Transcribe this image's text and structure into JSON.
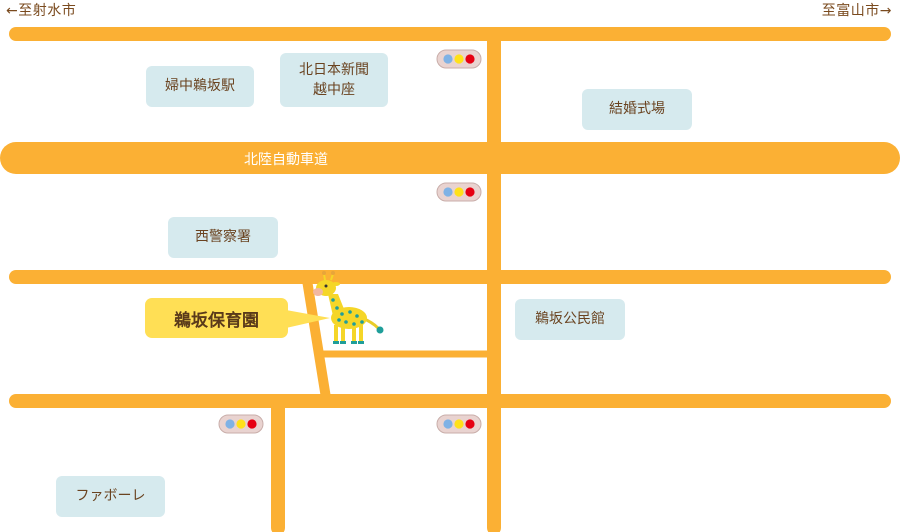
{
  "directions": {
    "left": "←至射水市",
    "right": "至富山市→"
  },
  "road_labels": {
    "highway": "北陸自動車道"
  },
  "landmarks": {
    "station": "婦中鵜坂駅",
    "newspaper": "北日本新聞\n越中座",
    "wedding_hall": "結婚式場",
    "police": "西警察署",
    "community_center": "鵜坂公民館",
    "supermarket": "ファボーレ"
  },
  "destination": {
    "label": "鵜坂保育園"
  },
  "colors": {
    "road": "#fbb034",
    "landmark_bg": "#d6eaee",
    "destination_bg": "#ffdf55",
    "signal_blue": "#7fb2e5",
    "signal_yellow": "#ffe11a",
    "signal_red": "#e60012"
  },
  "icons": {
    "traffic_signal": "traffic-signal-icon",
    "mascot": "giraffe-icon"
  }
}
